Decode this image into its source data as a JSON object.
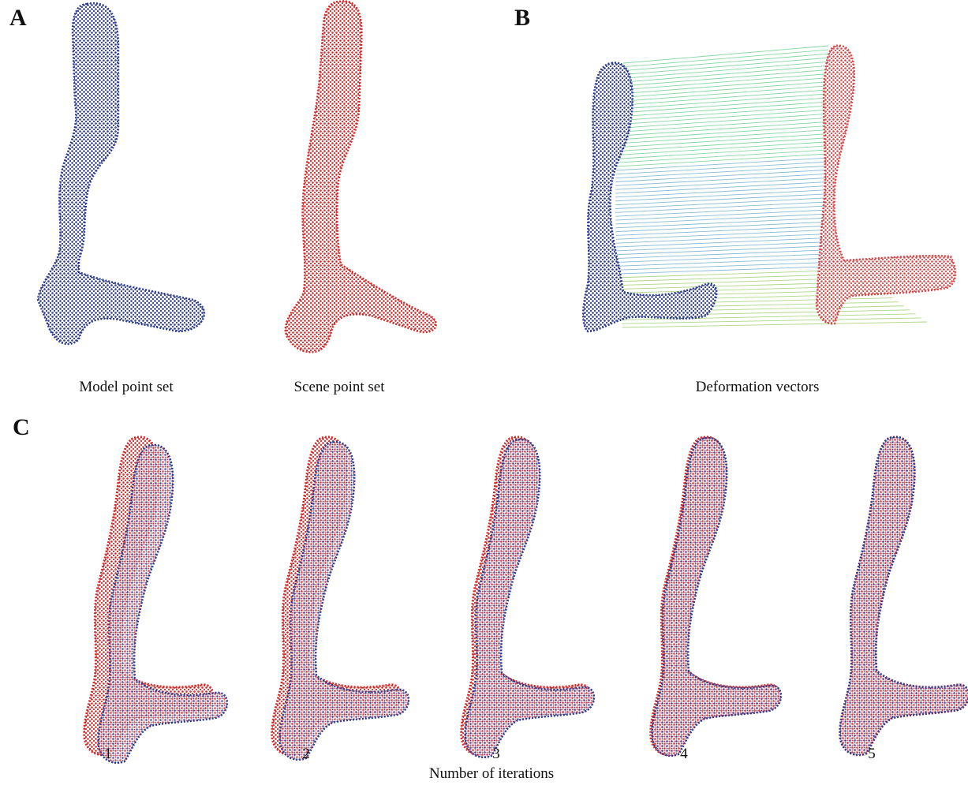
{
  "panels": {
    "a": {
      "letter": "A",
      "captions": {
        "model": "Model point set",
        "scene": "Scene point set"
      }
    },
    "b": {
      "letter": "B",
      "caption": "Deformation vectors"
    },
    "c": {
      "letter": "C",
      "iterations": [
        "1",
        "2",
        "3",
        "4",
        "5"
      ],
      "axis_label": "Number of iterations"
    }
  },
  "colors": {
    "model": "#2b3a8f",
    "scene": "#d42a2a"
  },
  "shapes": {
    "model": "bifurcating vessel point cloud (blue)",
    "scene": "bifurcating vessel point cloud (red)"
  }
}
